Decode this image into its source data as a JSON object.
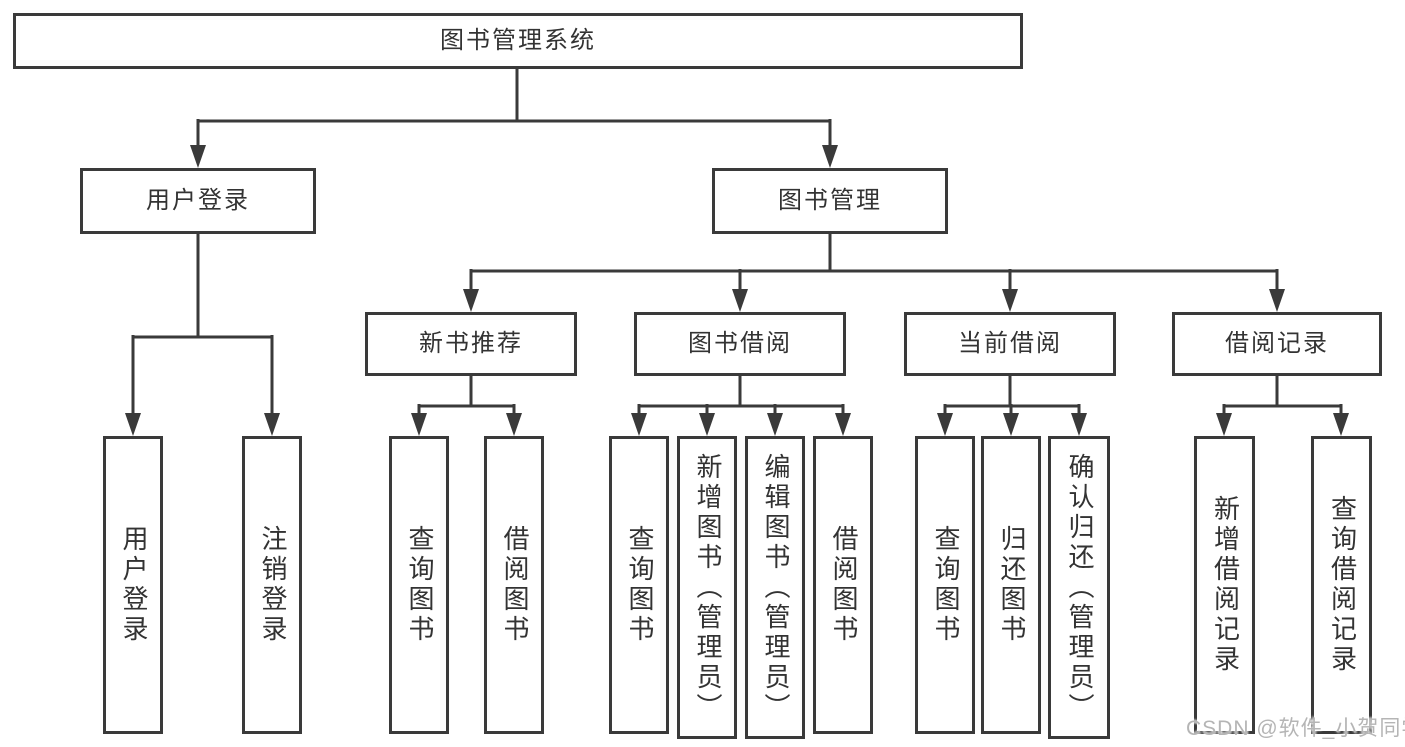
{
  "diagram": {
    "type": "tree-organization-chart",
    "colors": {
      "background": "#ffffff",
      "line": "#3a3a3a",
      "box_border": "#3a3a3a",
      "text": "#333333",
      "watermark": "#b5b5b5"
    },
    "watermark": "CSDN @软件_小贺同学",
    "nodes": {
      "root": {
        "label": "图书管理系统"
      },
      "user_login": {
        "label": "用户登录"
      },
      "book_mgmt": {
        "label": "图书管理"
      },
      "new_book_rec": {
        "label": "新书推荐"
      },
      "book_borrow": {
        "label": "图书借阅"
      },
      "current_borrow": {
        "label": "当前借阅"
      },
      "borrow_records": {
        "label": "借阅记录"
      },
      "leaf_user_login": {
        "label": "用户登录"
      },
      "leaf_logout": {
        "label": "注销登录"
      },
      "leaf_rec_query": {
        "label": "查询图书"
      },
      "leaf_rec_borrow": {
        "label": "借阅图书"
      },
      "leaf_bb_query": {
        "label": "查询图书"
      },
      "leaf_bb_add": {
        "label": "新增图书（管理员）"
      },
      "leaf_bb_edit": {
        "label": "编辑图书（管理员）"
      },
      "leaf_bb_borrow": {
        "label": "借阅图书"
      },
      "leaf_cb_query": {
        "label": "查询图书"
      },
      "leaf_cb_return": {
        "label": "归还图书"
      },
      "leaf_cb_confirm": {
        "label": "确认归还（管理员）"
      },
      "leaf_br_add": {
        "label": "新增借阅记录"
      },
      "leaf_br_query": {
        "label": "查询借阅记录"
      }
    },
    "structure": {
      "root": "图书管理系统",
      "children": [
        {
          "label": "用户登录",
          "children": [
            "用户登录",
            "注销登录"
          ]
        },
        {
          "label": "图书管理",
          "children": [
            {
              "label": "新书推荐",
              "children": [
                "查询图书",
                "借阅图书"
              ]
            },
            {
              "label": "图书借阅",
              "children": [
                "查询图书",
                "新增图书（管理员）",
                "编辑图书（管理员）",
                "借阅图书"
              ]
            },
            {
              "label": "当前借阅",
              "children": [
                "查询图书",
                "归还图书",
                "确认归还（管理员）"
              ]
            },
            {
              "label": "借阅记录",
              "children": [
                "新增借阅记录",
                "查询借阅记录"
              ]
            }
          ]
        }
      ]
    }
  }
}
